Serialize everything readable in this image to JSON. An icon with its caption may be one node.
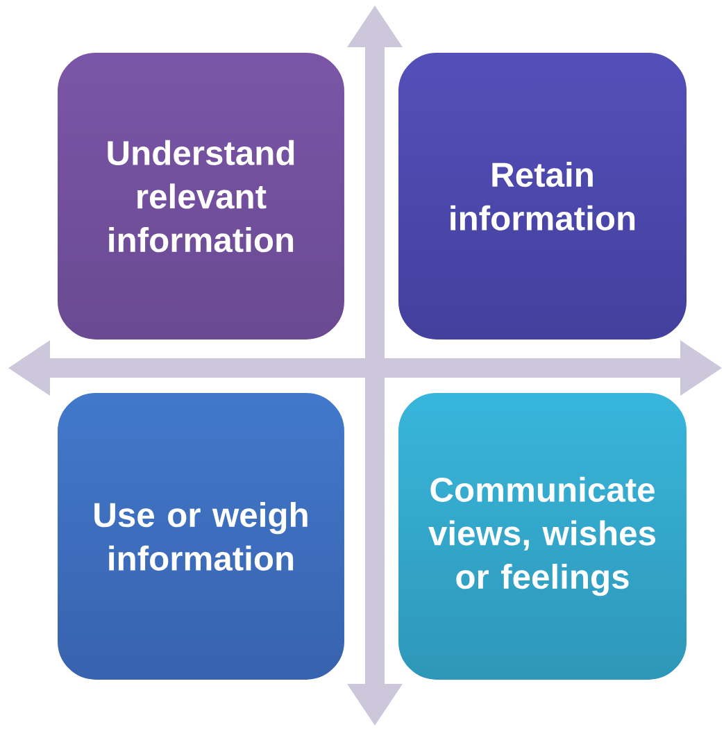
{
  "diagram": {
    "nodes": [
      {
        "text": [
          "Understand relevant information"
        ]
      },
      {
        "text": [
          "Retain information"
        ]
      },
      {
        "text": [
          "Use or weigh information"
        ]
      },
      {
        "text": [
          "Communicate views, wishes or feelings"
        ]
      }
    ]
  }
}
